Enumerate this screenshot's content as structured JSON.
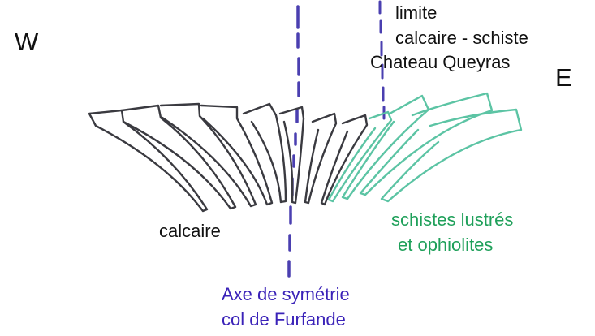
{
  "labels": {
    "west": "W",
    "east": "E",
    "boundary_line1": "limite",
    "boundary_line2": "calcaire - schiste",
    "boundary_place": "Chateau Queyras",
    "limestone": "calcaire",
    "schists_line1": "schistes lustrés",
    "schists_line2": "et ophiolites",
    "axis_line1": "Axe de symétrie",
    "axis_line2": "col de Furfande"
  },
  "colors": {
    "limestone_strokes": "#3a3a40",
    "schist_strokes": "#5cc4a4",
    "axis_dashes": "#4a3fb0",
    "schist_label": "#1fa05a",
    "axis_label": "#3a22b8",
    "text": "#111111"
  }
}
